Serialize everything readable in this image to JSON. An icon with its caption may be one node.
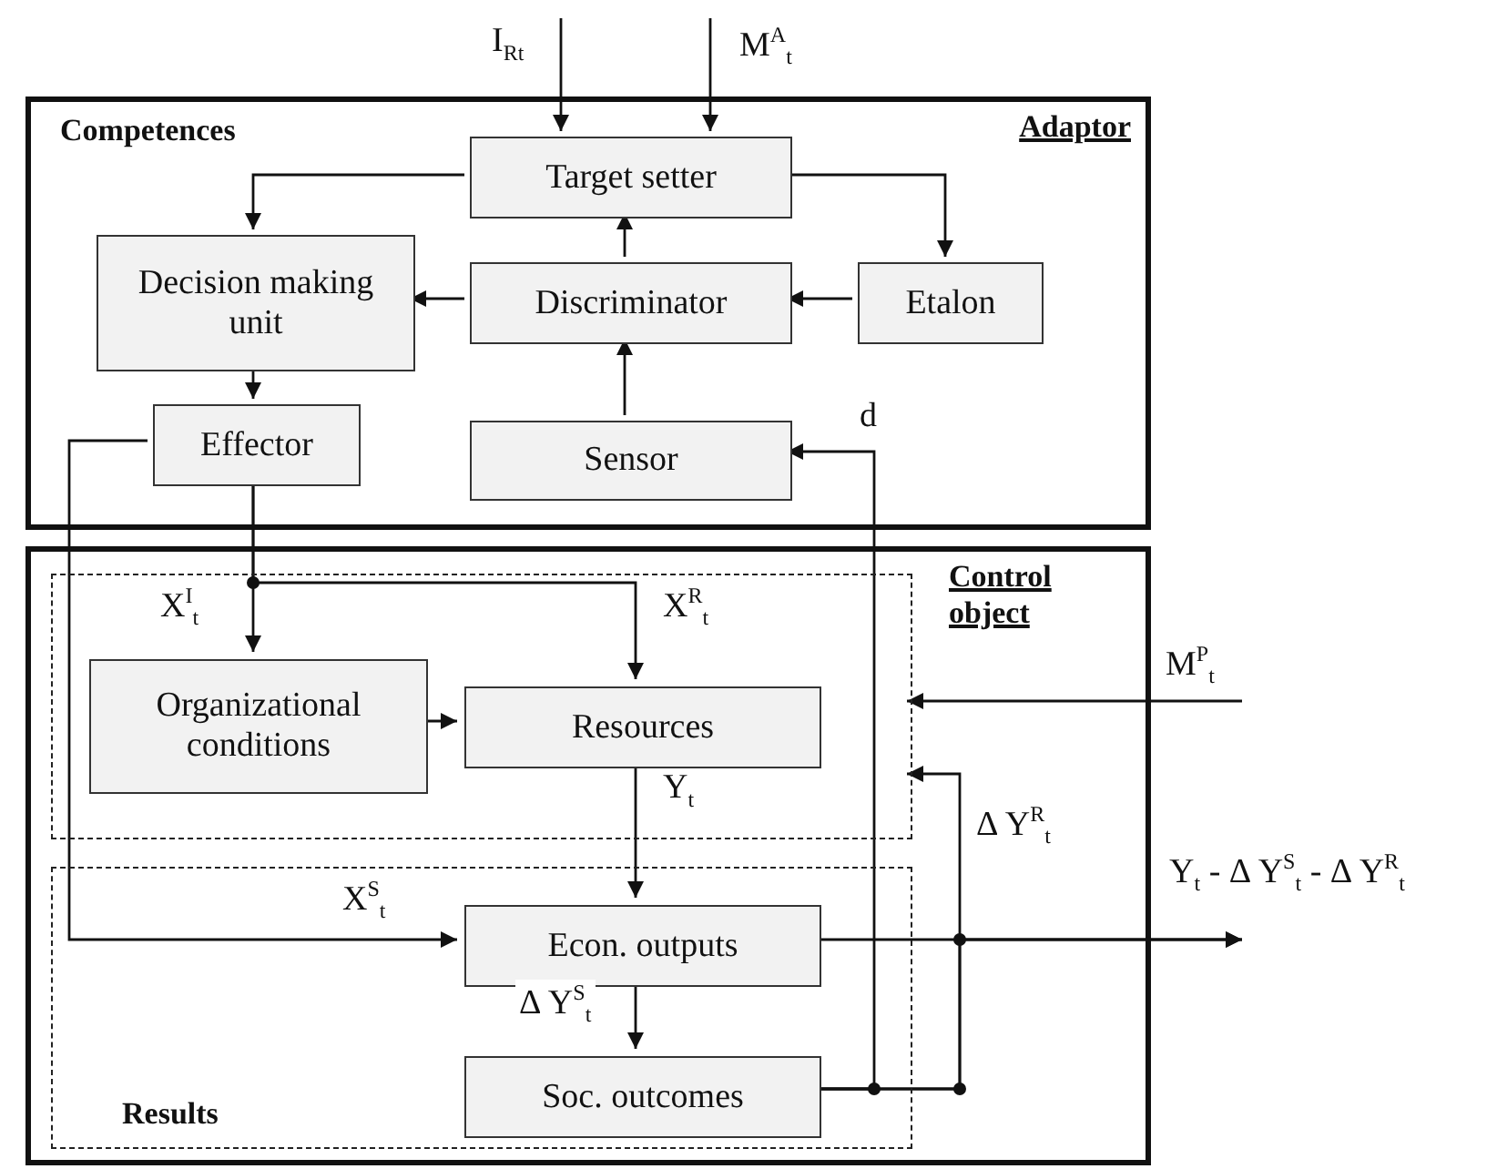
{
  "diagram": {
    "nodes": [
      {
        "text": [
          "Competences",
          "Adaptor"
        ]
      },
      {
        "text": [
          "Target setter"
        ],
        "in": 0
      },
      {
        "text": [
          "Decision making unit"
        ],
        "in": 0
      },
      {
        "text": [
          "Discriminator"
        ],
        "in": 0
      },
      {
        "text": [
          "Etalon"
        ],
        "in": 0
      },
      {
        "text": [
          "Effector"
        ],
        "in": 0
      },
      {
        "text": [
          "Sensor"
        ],
        "in": 0
      },
      {
        "text": [
          "Control object"
        ]
      },
      {
        "text": [],
        "shape": "box",
        "in": 7
      },
      {
        "text": [
          "Organizational conditions"
        ],
        "in": 8
      },
      {
        "text": [
          "Resources"
        ],
        "in": 8
      },
      {
        "text": [
          "Results"
        ],
        "in": 7
      },
      {
        "text": [
          "Econ. outputs"
        ],
        "in": 11
      },
      {
        "text": [
          "Soc. outcomes"
        ],
        "in": 11
      }
    ],
    "edges": [
      {
        "from": null,
        "to": 1,
        "arrow": "to",
        "label": "I$_{Rt}$"
      },
      {
        "from": null,
        "to": 1,
        "arrow": "to",
        "label": "M$^{A}$$_{t}$"
      },
      {
        "from": 1,
        "to": 2,
        "arrow": "to"
      },
      {
        "from": 1,
        "to": 4,
        "arrow": "to"
      },
      {
        "from": 3,
        "to": 1,
        "arrow": "to"
      },
      {
        "from": 3,
        "to": 2,
        "arrow": "to"
      },
      {
        "from": 4,
        "to": 3,
        "arrow": "to"
      },
      {
        "from": 6,
        "to": 3,
        "arrow": "to"
      },
      {
        "from": 2,
        "to": 5,
        "arrow": "to"
      },
      {
        "from": 5,
        "to": 9,
        "arrow": "to",
        "label": "X$^{I}$$_{t}$"
      },
      {
        "from": 5,
        "to": 10,
        "arrow": "to",
        "label": "X$^{R}$$_{t}$"
      },
      {
        "from": 5,
        "to": 12,
        "arrow": "to",
        "label": "X$^{S}$$_{t}$"
      },
      {
        "from": 9,
        "to": 10,
        "arrow": "to"
      },
      {
        "from": 10,
        "to": 12,
        "arrow": "to",
        "label": "Y$_{t}$"
      },
      {
        "from": 12,
        "to": 13,
        "arrow": "to",
        "label": "Δ Y$^{S}$$_{t}$"
      },
      {
        "from": 13,
        "to": 6,
        "arrow": "to",
        "label": "d"
      },
      {
        "from": 13,
        "to": 8,
        "arrow": "to",
        "label": "Δ Y$^{R}$$_{t}$"
      },
      {
        "from": 12,
        "to": null,
        "arrow": "to",
        "label": "Y$_{t}$ - Δ Y$^{S}$$_{t}$ - Δ Y$^{R}$$_{t}$"
      },
      {
        "from": 13,
        "to": null,
        "arrow": "to"
      },
      {
        "from": null,
        "to": 8,
        "arrow": "to",
        "label": "M$^{P}$$_{t}$"
      }
    ]
  }
}
